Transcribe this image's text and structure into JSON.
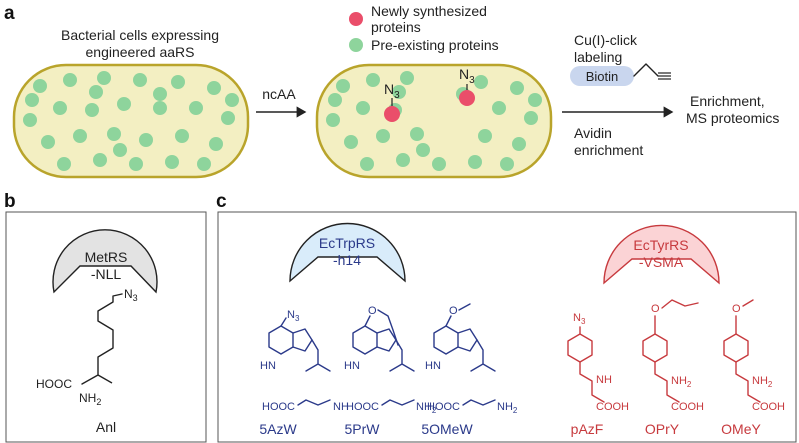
{
  "panels": {
    "a": "a",
    "b": "b",
    "c": "c"
  },
  "panel_a": {
    "cell_caption_line1": "Bacterial cells expressing",
    "cell_caption_line2": "engineered aaRS",
    "arrow_label": "ncAA",
    "legend_new_line1": "Newly synthesized",
    "legend_new_line2": "proteins",
    "legend_old": "Pre-existing proteins",
    "azide_label": "N",
    "azide_sub": "3",
    "click_line1": "Cu(I)-click",
    "click_line2": "labeling",
    "biotin": "Biotin",
    "avidin_line1": "Avidin",
    "avidin_line2": "enrichment",
    "result_line1": "Enrichment,",
    "result_line2": "MS proteomics"
  },
  "panel_b": {
    "enzyme_line1": "MetRS",
    "enzyme_line2": "-NLL",
    "azide": "N",
    "azide_sub": "3",
    "acid": "HOOC",
    "amine": "NH",
    "amine_sub": "2",
    "name": "Anl"
  },
  "panel_c": {
    "trp_enzyme_line1": "EcTrpRS",
    "trp_enzyme_line2": "-h14",
    "tyr_enzyme_line1": "EcTyrRS",
    "tyr_enzyme_line2": "-VSMA",
    "azide": "N",
    "azide_sub": "3",
    "indole_nh": "HN",
    "acid_left": "HOOC",
    "acid_right": "COOH",
    "nh": "NH",
    "nh2": "NH",
    "sub2": "2",
    "o": "O",
    "names_trp": [
      "5AzW",
      "5PrW",
      "5OMeW"
    ],
    "names_tyr": [
      "pAzF",
      "OPrY",
      "OMeY"
    ]
  },
  "colors": {
    "cell_fill": "#f3efc2",
    "cell_border": "#b9a42b",
    "old_protein": "#8ed49c",
    "new_protein": "#ea4e6a",
    "biotin_fill": "#c9d6ee",
    "trp_pocket": "#d9ecfa",
    "tyr_pocket": "#fbd3d5",
    "met_pocket": "#e3e3e3",
    "trp_text": "#2b3a8a",
    "tyr_text": "#c73a3e"
  }
}
